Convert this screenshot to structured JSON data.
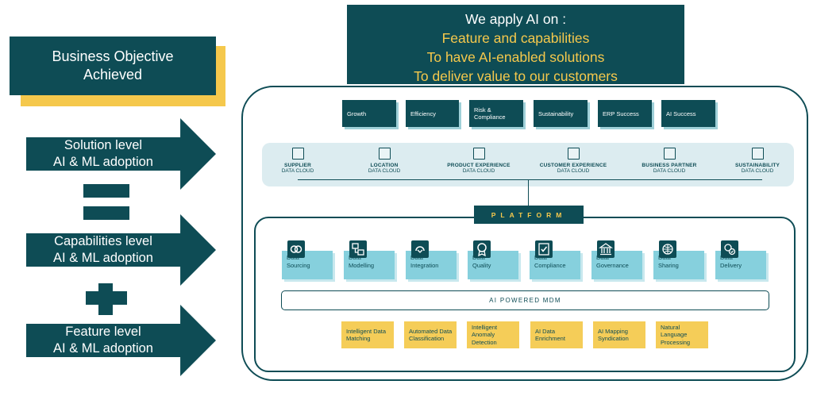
{
  "objective": {
    "line1": "Business Objective",
    "line2": "Achieved"
  },
  "levels": [
    {
      "line1": "Solution level",
      "line2": "AI & ML adoption"
    },
    {
      "line1": "Capabilities level",
      "line2": "AI & ML adoption"
    },
    {
      "line1": "Feature level",
      "line2": "AI & ML adoption"
    }
  ],
  "header": {
    "line1": "We apply AI on :",
    "line2": "Feature and capabilities",
    "line3": "To have AI-enabled solutions",
    "line4": "To deliver value to our customers"
  },
  "kpis": [
    "Growth",
    "Efficiency",
    "Risk & Compliance",
    "Sustainability",
    "ERP Success",
    "AI Success"
  ],
  "data_clouds": [
    {
      "name": "SUPPLIER",
      "sub": "DATA CLOUD"
    },
    {
      "name": "LOCATION",
      "sub": "DATA CLOUD"
    },
    {
      "name": "PRODUCT EXPERIENCE",
      "sub": "DATA CLOUD"
    },
    {
      "name": "CUSTOMER EXPERIENCE",
      "sub": "DATA CLOUD"
    },
    {
      "name": "BUSINESS PARTNER",
      "sub": "DATA CLOUD"
    },
    {
      "name": "SUSTAINABILITY",
      "sub": "DATA CLOUD"
    }
  ],
  "platform_label": "PLATFORM",
  "capabilities": [
    {
      "l1": "Data",
      "l2": "Sourcing",
      "icon": "link-icon"
    },
    {
      "l1": "Data",
      "l2": "Modelling",
      "icon": "model-icon"
    },
    {
      "l1": "Data",
      "l2": "Integration",
      "icon": "integration-icon"
    },
    {
      "l1": "Data",
      "l2": "Quality",
      "icon": "badge-icon"
    },
    {
      "l1": "Data",
      "l2": "Compliance",
      "icon": "check-document-icon"
    },
    {
      "l1": "Data",
      "l2": "Governance",
      "icon": "building-icon"
    },
    {
      "l1": "Data",
      "l2": "Sharing",
      "icon": "globe-icon"
    },
    {
      "l1": "Data",
      "l2": "Delivery",
      "icon": "delivery-icon"
    }
  ],
  "mdm_label": "AI POWERED MDM",
  "features": [
    {
      "l1": "Intelligent Data",
      "l2": "Matching",
      "l3": ""
    },
    {
      "l1": "Automated Data",
      "l2": "Classification",
      "l3": ""
    },
    {
      "l1": "Intelligent",
      "l2": "Anomaly",
      "l3": "Detection"
    },
    {
      "l1": "AI Data",
      "l2": "Enrichment",
      "l3": ""
    },
    {
      "l1": "AI Mapping",
      "l2": "Syndication",
      "l3": ""
    },
    {
      "l1": "Natural",
      "l2": "Language",
      "l3": "Processing"
    }
  ],
  "colors": {
    "teal": "#0e4c55",
    "yellow": "#f5c84c",
    "light_teal": "#86d0dd",
    "pale": "#dcecf0"
  }
}
